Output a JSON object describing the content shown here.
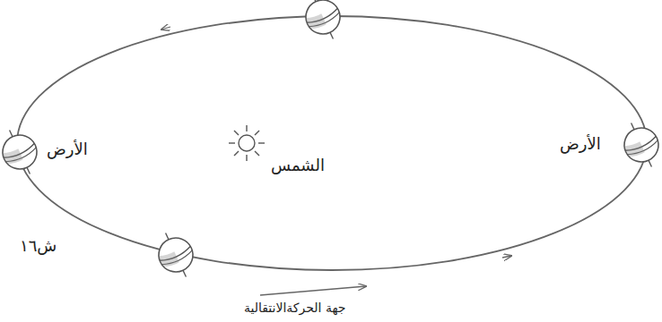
{
  "diagram": {
    "labels": [
      "الأرض",
      "الشمس",
      "الأرض",
      "ش١٦",
      "جهة الحركةالانتقالية"
    ]
  }
}
